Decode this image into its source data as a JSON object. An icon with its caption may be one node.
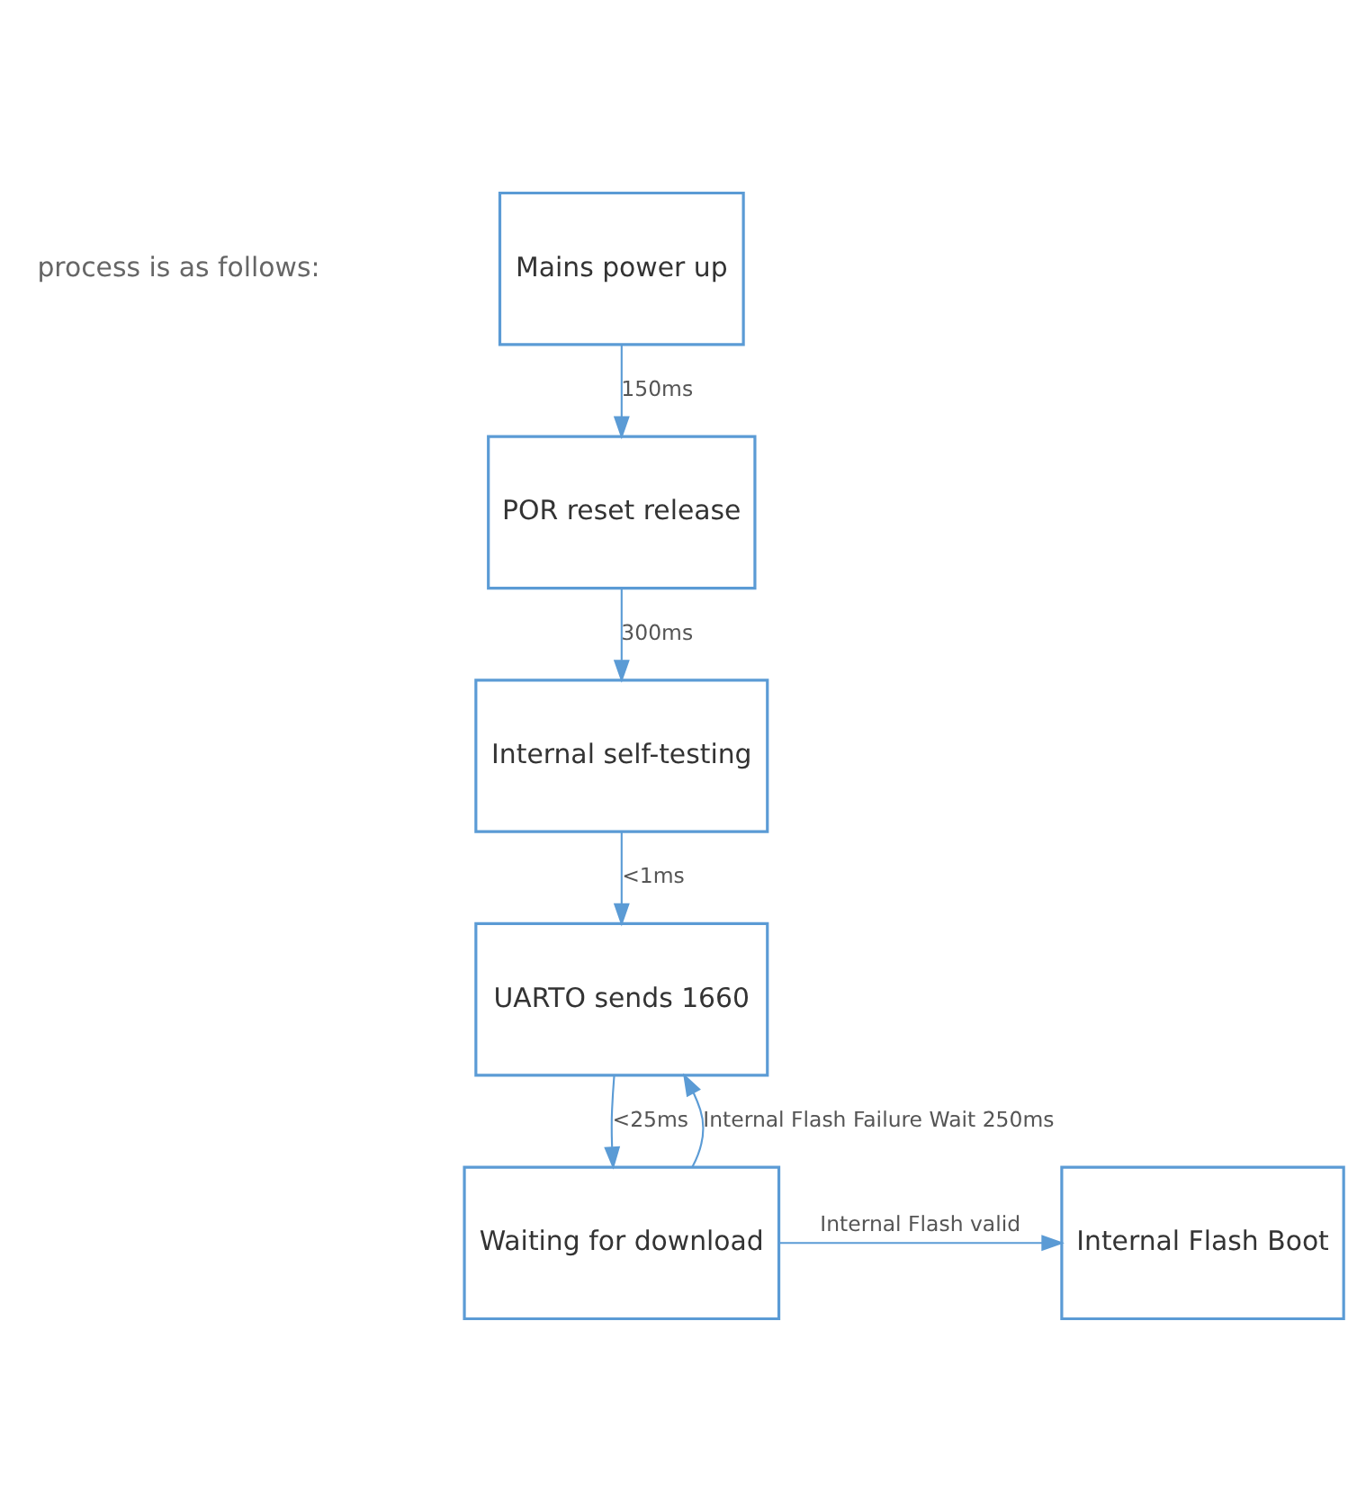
{
  "diagram": {
    "nodes": [
      {
        "text": [
          "Mains power up"
        ]
      },
      {
        "text": [
          "POR reset release"
        ]
      },
      {
        "text": [
          "Internal self-testing"
        ]
      },
      {
        "text": [
          "UARTO sends 1660"
        ]
      },
      {
        "text": [
          "Waiting for download"
        ]
      },
      {
        "text": [
          "Internal Flash Boot"
        ]
      }
    ],
    "edges": [
      {
        "from": 0,
        "to": 1,
        "arrow": "to",
        "label": "150ms"
      },
      {
        "from": 1,
        "to": 2,
        "arrow": "to",
        "label": "300ms"
      },
      {
        "from": 2,
        "to": 3,
        "arrow": "to",
        "label": "<1ms"
      },
      {
        "from": 3,
        "to": 4,
        "arrow": "to",
        "label": "<25ms"
      },
      {
        "from": 4,
        "to": 3,
        "arrow": "to",
        "label": "Internal Flash Failure Wait 250ms"
      },
      {
        "from": 4,
        "to": 5,
        "arrow": "to",
        "label": "Internal Flash valid"
      }
    ],
    "labels": [
      "process is as follows:"
    ]
  }
}
